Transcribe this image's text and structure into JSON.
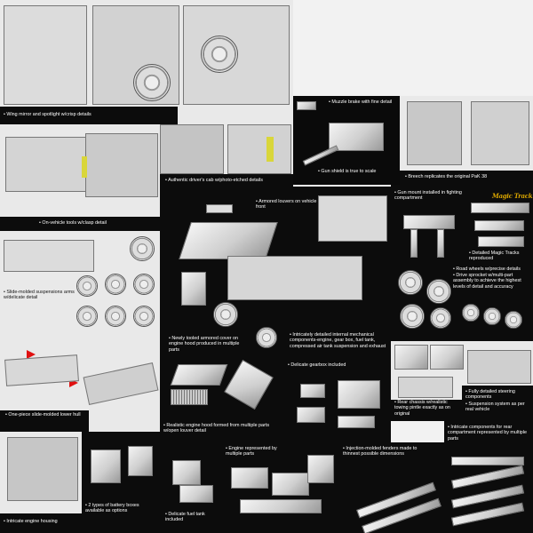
{
  "captions": {
    "wing_mirror": "Wing mirror and spotlight w/crisp details",
    "cab": "Authentic driver's cab w/photo-etched details",
    "tools": "On-vehicle tools w/clasp detail",
    "muzzle": "Muzzle brake with fine detail",
    "shield": "Gun shield is true to scale",
    "breech": "Breech replicates the original PaK 38",
    "louvers": "Armored louvers on vehicle front",
    "gun_mount": "Gun mount installed in fighting compartment",
    "tracks": "Detailed Magic Tracks reproduced",
    "suspension": "Slide-molded suspensions arms w/delicate detail",
    "armored_cover": "Newly tooled armored cover on engine hood produced in multiple parts",
    "internal": "Intricately detailed internal mechanical components-engine, gear box, fuel tank, compressed air tank suspension and exhaust",
    "road_wheels": "Road wheels w/precise details",
    "sprocket": "Drive sprocket w/multi-part assembly to achieve the highest levels of detail and accuracy",
    "lower_hull": "One-piece slide-molded lower hull",
    "hood": "Realistic engine hood formed from multiple parts w/open louver detail",
    "gearbox": "Delicate gearbox included",
    "steering": "Fully detailed steering components",
    "susp_system": "Suspension system as per real vehicle",
    "rear_chassis": "Rear chassis w/realistic towing pintle exactly as on original",
    "rear_compartment": "Intricate components for rear compartment represented by multiple parts",
    "engine_housing": "Intricate engine housing",
    "battery": "2 types of battery boxes available as options",
    "fuel_tank": "Delicate fuel tank included",
    "engine_parts": "Engine represented by multiple parts",
    "fenders": "Injection-molded fenders made to thinnest possible dimensions"
  },
  "logo": {
    "text": "Magic Track",
    "color": "#d8a400"
  },
  "arrow_color": "#e01010"
}
